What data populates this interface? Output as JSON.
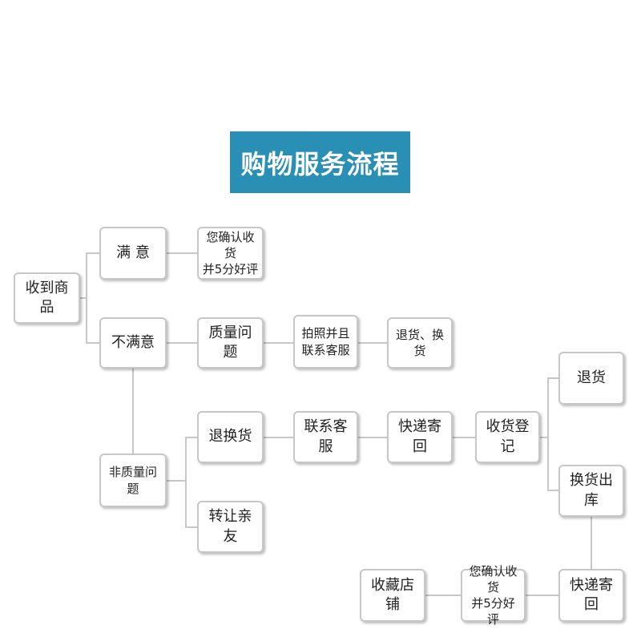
{
  "title": "购物服务流程",
  "nodes": {
    "receive_goods": "收到商品",
    "satisfied": "满 意",
    "confirm_review_1": "您确认收货\n并5分好评",
    "unsatisfied": "不满意",
    "quality_issue": "质量问题",
    "photo_contact": "拍照并且\n联系客服",
    "return_exchange": "退货、换货",
    "non_quality_issue": "非质量问题",
    "return_exchange_goods": "退换货",
    "contact_service": "联系客服",
    "express_return_1": "快递寄回",
    "receipt_register": "收货登记",
    "return_goods": "退货",
    "exchange_outbound": "换货出库",
    "transfer_friends": "转让亲友",
    "express_return_2": "快递寄回",
    "confirm_review_2": "您确认收货\n并5分好评",
    "favorite_store": "收藏店铺"
  },
  "colors": {
    "banner": "#2a8fb5",
    "border": "#c9c6c6",
    "text": "#222222"
  }
}
